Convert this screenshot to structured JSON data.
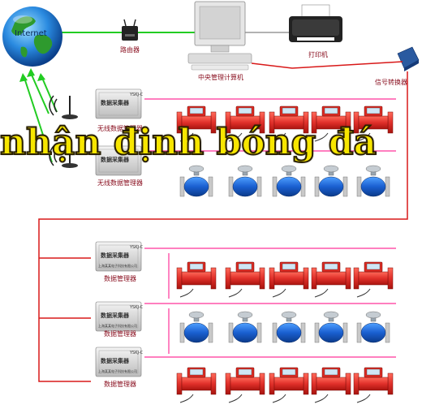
{
  "network": {
    "internet": "Internet",
    "router": "路由器",
    "central_computer": "中央管理计算机",
    "printer": "打印机",
    "signal_converter": "信号转换器"
  },
  "collectors": {
    "unit_title": "数据采集器",
    "model": "YSKJ-C",
    "maker": "上海某某电子科技有限公司",
    "wireless_manager": "无线数据管理器",
    "data_manager": "数据管理器"
  },
  "overlay": {
    "text": "nhận định bóng đá"
  },
  "colors": {
    "bus_line": "#ff3399",
    "converter_line": "#d81818",
    "internet_link": "#22cc22",
    "meter_red": "#e0302a",
    "flowmeter_blue": "#1a5fd0",
    "overlay_text": "#f7e600"
  }
}
